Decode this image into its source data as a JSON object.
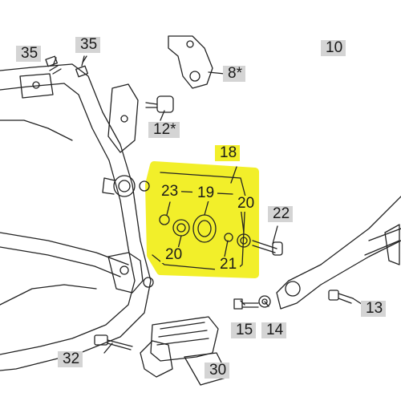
{
  "colors": {
    "highlight": "#f2ef2a",
    "label_bg": "#d4d4d4",
    "line": "#222222"
  },
  "callouts": [
    {
      "id": "35a",
      "text": "35"
    },
    {
      "id": "35b",
      "text": "35"
    },
    {
      "id": "10",
      "text": "10"
    },
    {
      "id": "8",
      "text": "8*"
    },
    {
      "id": "12",
      "text": "12*"
    },
    {
      "id": "18",
      "text": "18"
    },
    {
      "id": "19",
      "text": "19"
    },
    {
      "id": "23",
      "text": "23"
    },
    {
      "id": "20a",
      "text": "20"
    },
    {
      "id": "20b",
      "text": "20"
    },
    {
      "id": "21",
      "text": "21"
    },
    {
      "id": "22",
      "text": "22"
    },
    {
      "id": "13",
      "text": "13"
    },
    {
      "id": "15",
      "text": "15"
    },
    {
      "id": "14",
      "text": "14"
    },
    {
      "id": "32",
      "text": "32"
    },
    {
      "id": "30",
      "text": "30"
    }
  ]
}
